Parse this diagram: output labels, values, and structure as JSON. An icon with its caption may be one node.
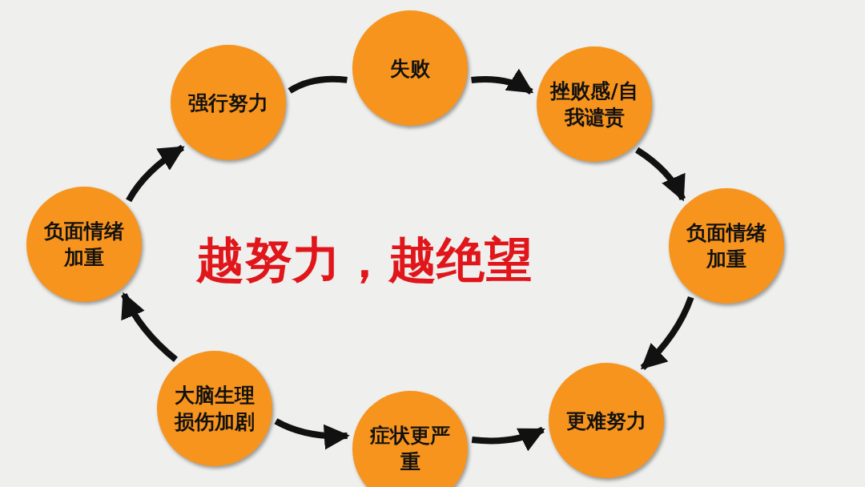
{
  "diagram": {
    "nodes": [
      {
        "text": [
          "失败"
        ]
      },
      {
        "text": [
          "挫败感/自我谴责"
        ]
      },
      {
        "text": [
          "负面情绪加重"
        ]
      },
      {
        "text": [
          "更难努力"
        ]
      },
      {
        "text": [
          "症状更严重"
        ]
      },
      {
        "text": [
          "大脑生理损伤加剧"
        ]
      },
      {
        "text": [
          "负面情绪加重"
        ]
      },
      {
        "text": [
          "强行努力"
        ]
      }
    ],
    "edges": [
      {
        "from": 0,
        "to": 1,
        "arrow": "to"
      },
      {
        "from": 1,
        "to": 2,
        "arrow": "to"
      },
      {
        "from": 2,
        "to": 3,
        "arrow": "to"
      },
      {
        "from": 4,
        "to": 3,
        "arrow": "to"
      },
      {
        "from": 5,
        "to": 4,
        "arrow": "to"
      },
      {
        "from": 5,
        "to": 6,
        "arrow": "to"
      },
      {
        "from": 6,
        "to": 7,
        "arrow": "to"
      },
      {
        "from": 7,
        "to": 0,
        "arrow": "none"
      }
    ],
    "labels": [
      "越努力，越绝望"
    ]
  }
}
